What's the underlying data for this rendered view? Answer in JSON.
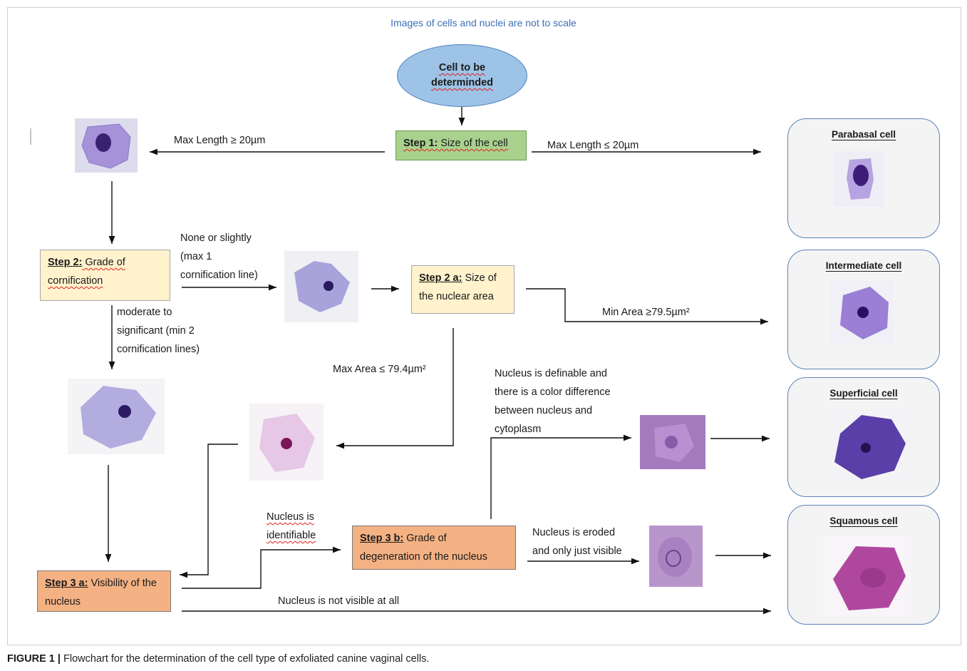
{
  "note": "Images of cells and nuclei are not to scale",
  "start": "Cell to be determinded",
  "step1": {
    "label": "Step 1:",
    "text": " Size of the cell"
  },
  "step2": {
    "label": "Step 2:",
    "text": " Grade of cornification"
  },
  "step2a": {
    "label": "Step 2 a:",
    "text": " Size of the nuclear area"
  },
  "step3a": {
    "label": "Step 3 a:",
    "text": " Visibility of the nucleus"
  },
  "step3b": {
    "label": "Step 3 b:",
    "text": " Grade of degeneration of the nucleus"
  },
  "edges": {
    "max_length": "Max Length ≥ 20µm",
    "max_length_le": "Max Length ≤ 20µm",
    "none_slightly": "None or slightly\n(max 1\ncornification line)",
    "moderate": "moderate to\nsignificant (min 2\ncornification lines)",
    "min_area": "Min Area ≥79.5µm²",
    "max_area": "Max Area ≤ 79.4µm²",
    "nucleus_definable": "Nucleus is definable and\nthere is a color difference\nbetween nucleus and\ncytoplasm",
    "nucleus_identifiable": "Nucleus is\nidentifiable",
    "nucleus_eroded": "Nucleus is eroded\nand only just visible",
    "nucleus_not_visible": "Nucleus is not visible at all"
  },
  "results": {
    "parabasal": "Parabasal cell",
    "intermediate": "Intermediate cell",
    "superficial": "Superficial cell",
    "squamous": "Squamous cell"
  },
  "caption": {
    "label": "FIGURE 1 |",
    "text": " Flowchart for the determination of the cell type of exfoliated canine vaginal cells."
  },
  "colors": {
    "step1": "#a9d18e",
    "step2": "#fff2cc",
    "step3": "#f4b183",
    "start": "#9dc3e6",
    "cell_violet": "#7b5fb8",
    "cell_magenta": "#b25aa6"
  }
}
